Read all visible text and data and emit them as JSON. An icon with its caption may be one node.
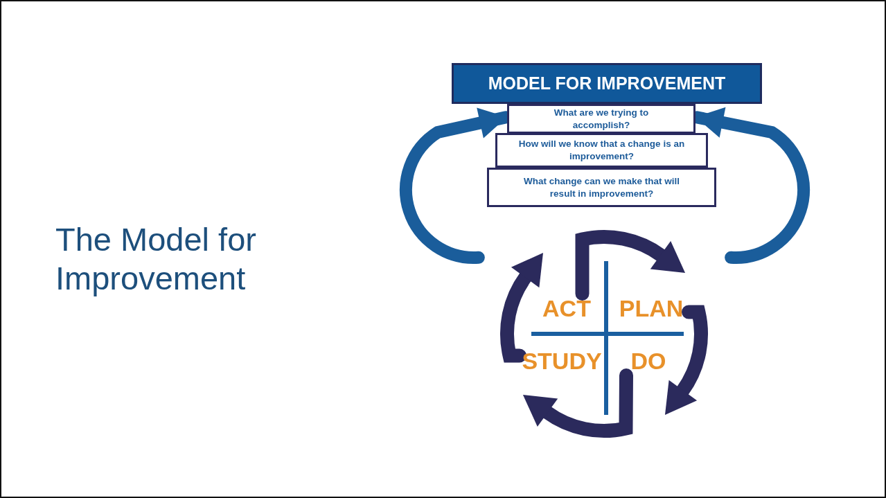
{
  "diagram": {
    "title": "The Model for Improvement",
    "nodes": [
      {
        "text": [
          "MODEL FOR IMPROVEMENT"
        ]
      },
      {
        "text": [
          "What are we trying to accomplish?"
        ]
      },
      {
        "text": [
          "How will we know that a change is an improvement?"
        ]
      },
      {
        "text": [
          "What change can we make that will result in improvement?"
        ]
      },
      {
        "text": [
          "ACT"
        ]
      },
      {
        "text": [
          "PLAN"
        ]
      },
      {
        "text": [
          "STUDY"
        ]
      },
      {
        "text": [
          "DO"
        ]
      }
    ],
    "edges": [
      {
        "from": 4,
        "to": 5,
        "arrow": "to"
      },
      {
        "from": 5,
        "to": 7,
        "arrow": "to"
      },
      {
        "from": 7,
        "to": 6,
        "arrow": "to"
      },
      {
        "from": 6,
        "to": 4,
        "arrow": "to"
      },
      {
        "from": null,
        "to": 1,
        "arrow": "to",
        "color": "#1a5d9b"
      },
      {
        "from": null,
        "to": 1,
        "arrow": "to",
        "color": "#1a5d9b"
      }
    ]
  }
}
